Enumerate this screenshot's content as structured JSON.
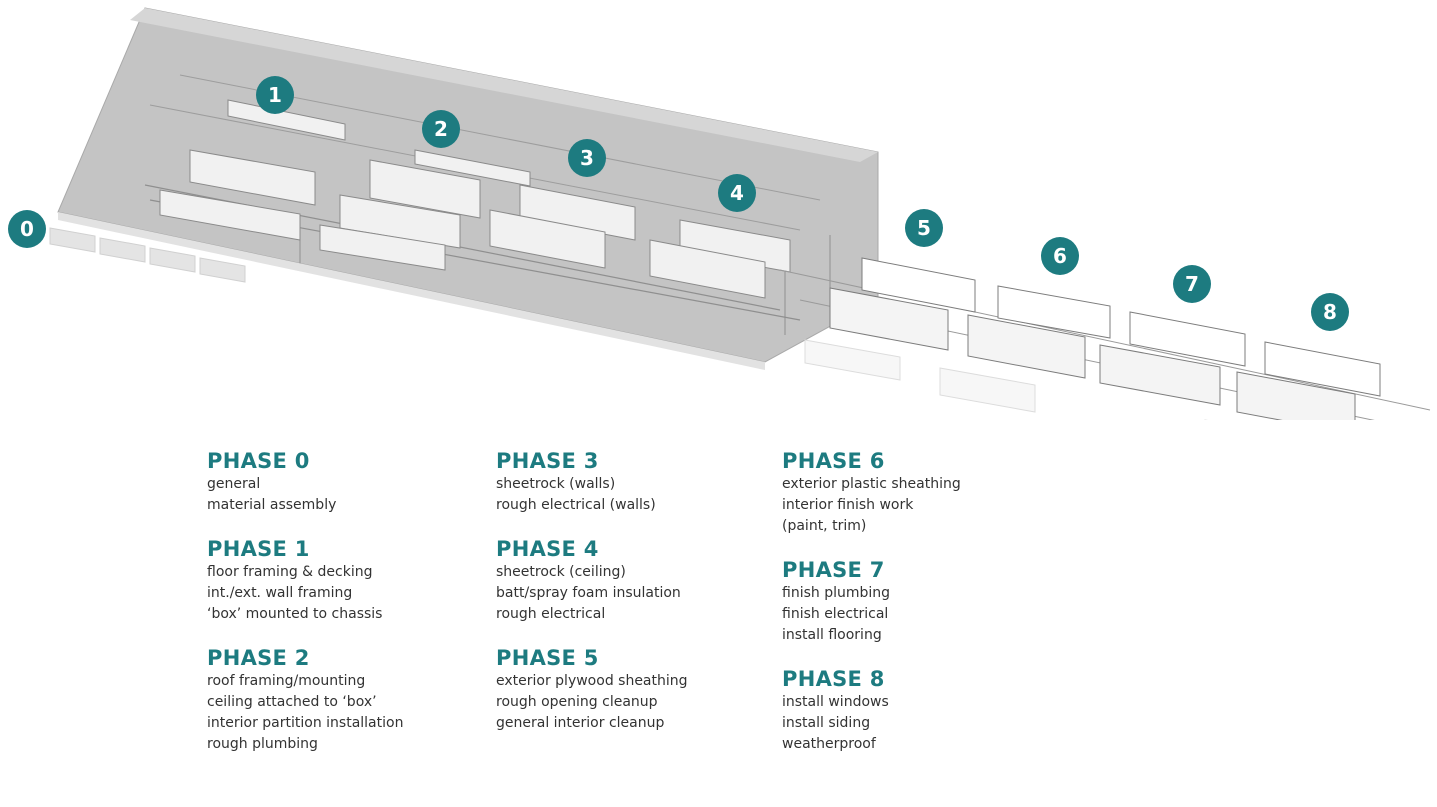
{
  "accent_color": "#1d7b80",
  "badges": [
    {
      "label": "0",
      "icon": "phase-marker-icon"
    },
    {
      "label": "1",
      "icon": "phase-marker-icon"
    },
    {
      "label": "2",
      "icon": "phase-marker-icon"
    },
    {
      "label": "3",
      "icon": "phase-marker-icon"
    },
    {
      "label": "4",
      "icon": "phase-marker-icon"
    },
    {
      "label": "5",
      "icon": "phase-marker-icon"
    },
    {
      "label": "6",
      "icon": "phase-marker-icon"
    },
    {
      "label": "7",
      "icon": "phase-marker-icon"
    },
    {
      "label": "8",
      "icon": "phase-marker-icon"
    }
  ],
  "phases": [
    {
      "title": "PHASE 0",
      "lines": [
        "general",
        "material assembly"
      ]
    },
    {
      "title": "PHASE 1",
      "lines": [
        "floor framing & decking",
        "int./ext. wall framing",
        "‘box’ mounted to chassis"
      ]
    },
    {
      "title": "PHASE 2",
      "lines": [
        "roof framing/mounting",
        "ceiling attached to ‘box’",
        "interior partition installation",
        "rough plumbing"
      ]
    },
    {
      "title": "PHASE 3",
      "lines": [
        "sheetrock (walls)",
        "rough electrical (walls)"
      ]
    },
    {
      "title": "PHASE 4",
      "lines": [
        "sheetrock (ceiling)",
        "batt/spray foam insulation",
        "rough electrical"
      ]
    },
    {
      "title": "PHASE 5",
      "lines": [
        "exterior plywood sheathing",
        "rough opening cleanup",
        "general interior cleanup"
      ]
    },
    {
      "title": "PHASE 6",
      "lines": [
        "exterior plastic sheathing",
        "interior finish work",
        "(paint, trim)"
      ]
    },
    {
      "title": "PHASE 7",
      "lines": [
        "finish plumbing",
        "finish electrical",
        "install flooring"
      ]
    },
    {
      "title": "PHASE 8",
      "lines": [
        "install windows",
        "install siding",
        "weatherproof"
      ]
    }
  ]
}
